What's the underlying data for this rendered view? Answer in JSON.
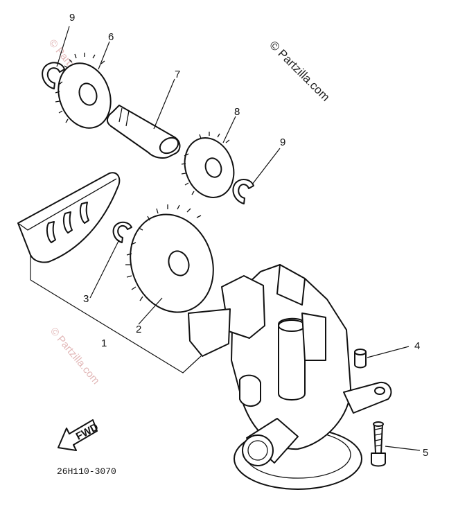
{
  "diagram": {
    "part_code": "26H110-3070",
    "watermark_main": "© Partzilla.com",
    "watermark_faint": "© Partzilla.com",
    "fwd_label": "FWD",
    "callouts": {
      "c9a": "9",
      "c6": "6",
      "c7": "7",
      "c8": "8",
      "c9b": "9",
      "c3": "3",
      "c2": "2",
      "c1": "1",
      "c4": "4",
      "c5": "5"
    }
  }
}
